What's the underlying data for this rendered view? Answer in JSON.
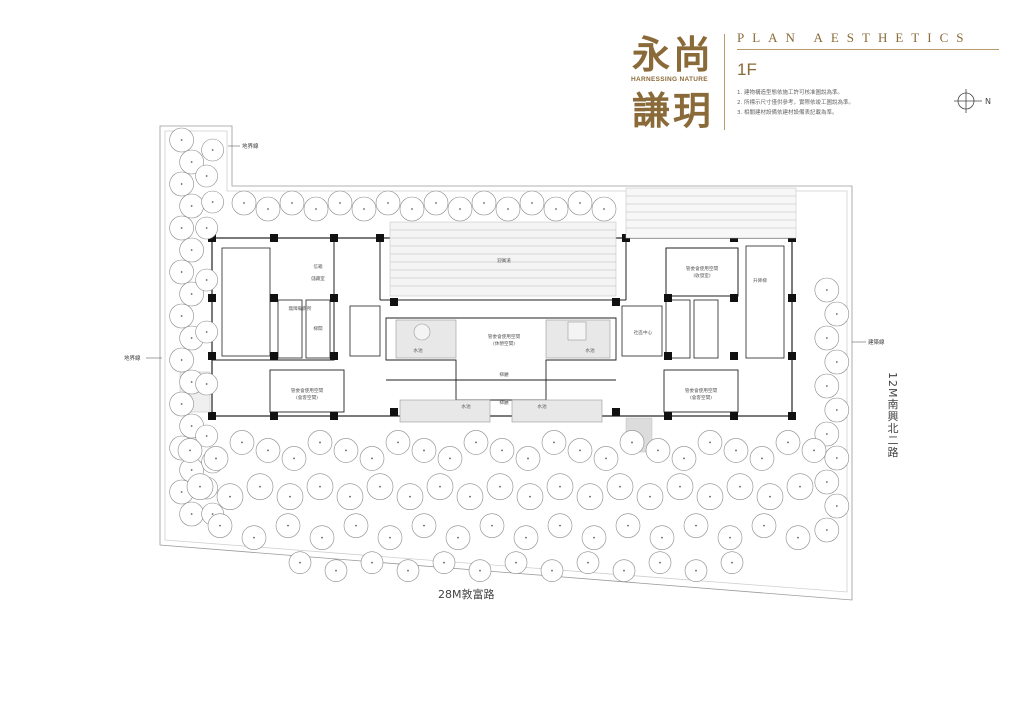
{
  "brand": {
    "name_line1": "永尚",
    "name_line2": "謙玥",
    "tagline": "HARNESSING NATURE",
    "accent_color": "#8a6a38"
  },
  "header": {
    "title": "PLAN AESTHETICS",
    "floor": "1F",
    "notes": [
      "1. 建物構造型態依施工許可核准圖說為準。",
      "2. 所標示尺寸僅供參考，實際依竣工圖說為準。",
      "3. 相關建材設備依建材設備表記載為準。"
    ]
  },
  "compass": {
    "label": "N"
  },
  "labels": {
    "boundary": "地界線",
    "building_line": "建築線",
    "lobby_walkway": "迎賓道",
    "shared_space_south": "管委會使用空間\n(休憩空間)",
    "shared_space_north": "管委會使用空間\n(收發室)",
    "shared_space_left": "管委會使用空間\n(會客空間)",
    "shared_space_right": "管委會使用空間\n(會客空間)",
    "water_feature": "水池",
    "elevator_hall": "梯廳",
    "community_center": "社區中心",
    "mailroom": "信箱",
    "disabled_wc": "無障礙廁所",
    "storage": "儲藏室",
    "lift": "升降梯",
    "stairs": "梯間"
  },
  "streets": {
    "bottom": "28M敦富路",
    "right": "12M南興北二路"
  }
}
